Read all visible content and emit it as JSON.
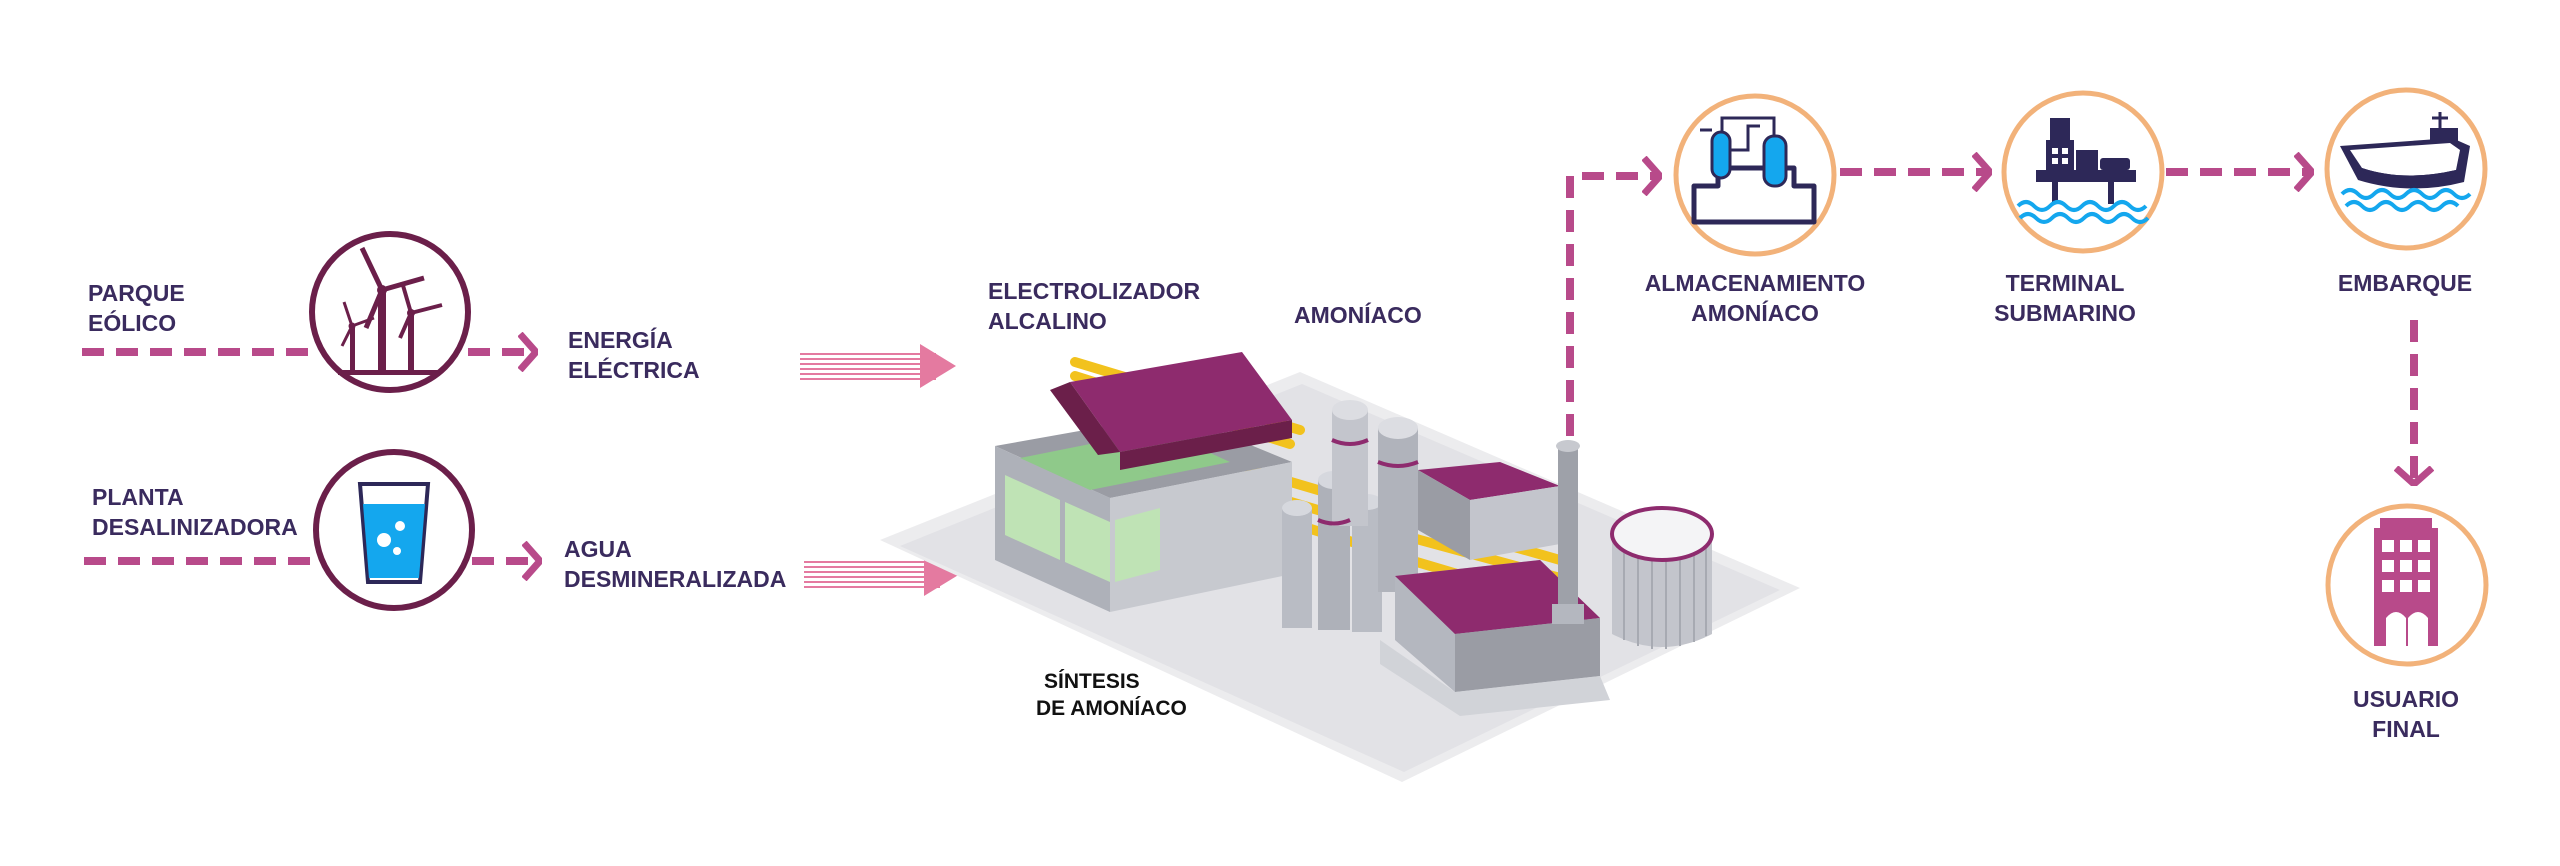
{
  "colors": {
    "dash": "#b84a8a",
    "arrow_pink": "#e47aa0",
    "plum": "#6b1f4a",
    "navy": "#2d2858",
    "peach": "#f2b27a",
    "water": "#14a7ee",
    "label": "#3a2b5e",
    "roof": "#8e2b6e",
    "steel": "#b9bcc4",
    "pipe": "#f2c21d",
    "panel": "#bfe3b5"
  },
  "sources": {
    "wind": {
      "label_l1": "PARQUE",
      "label_l2": "EÓLICO",
      "output_l1": "ENERGÍA",
      "output_l2": "ELÉCTRICA",
      "icon": "wind-turbines-icon"
    },
    "water": {
      "label_l1": "PLANTA",
      "label_l2": "DESALINIZADORA",
      "output_l1": "AGUA",
      "output_l2": "DESMINERALIZADA",
      "icon": "water-glass-icon"
    }
  },
  "plant": {
    "electrolyzer_l1": "ELECTROLIZADOR",
    "electrolyzer_l2": "ALCALINO",
    "ammonia": "AMONÍACO",
    "synthesis_l1": "SÍNTESIS",
    "synthesis_l2": "DE AMONÍACO"
  },
  "chain": [
    {
      "l1": "ALMACENAMIENTO",
      "l2": "AMONÍACO",
      "icon": "storage-tanks-icon"
    },
    {
      "l1": "TERMINAL",
      "l2": "SUBMARINO",
      "icon": "offshore-terminal-icon"
    },
    {
      "l1": "EMBARQUE",
      "l2": "",
      "icon": "ship-icon"
    },
    {
      "l1": "USUARIO",
      "l2": "FINAL",
      "icon": "building-icon"
    }
  ]
}
